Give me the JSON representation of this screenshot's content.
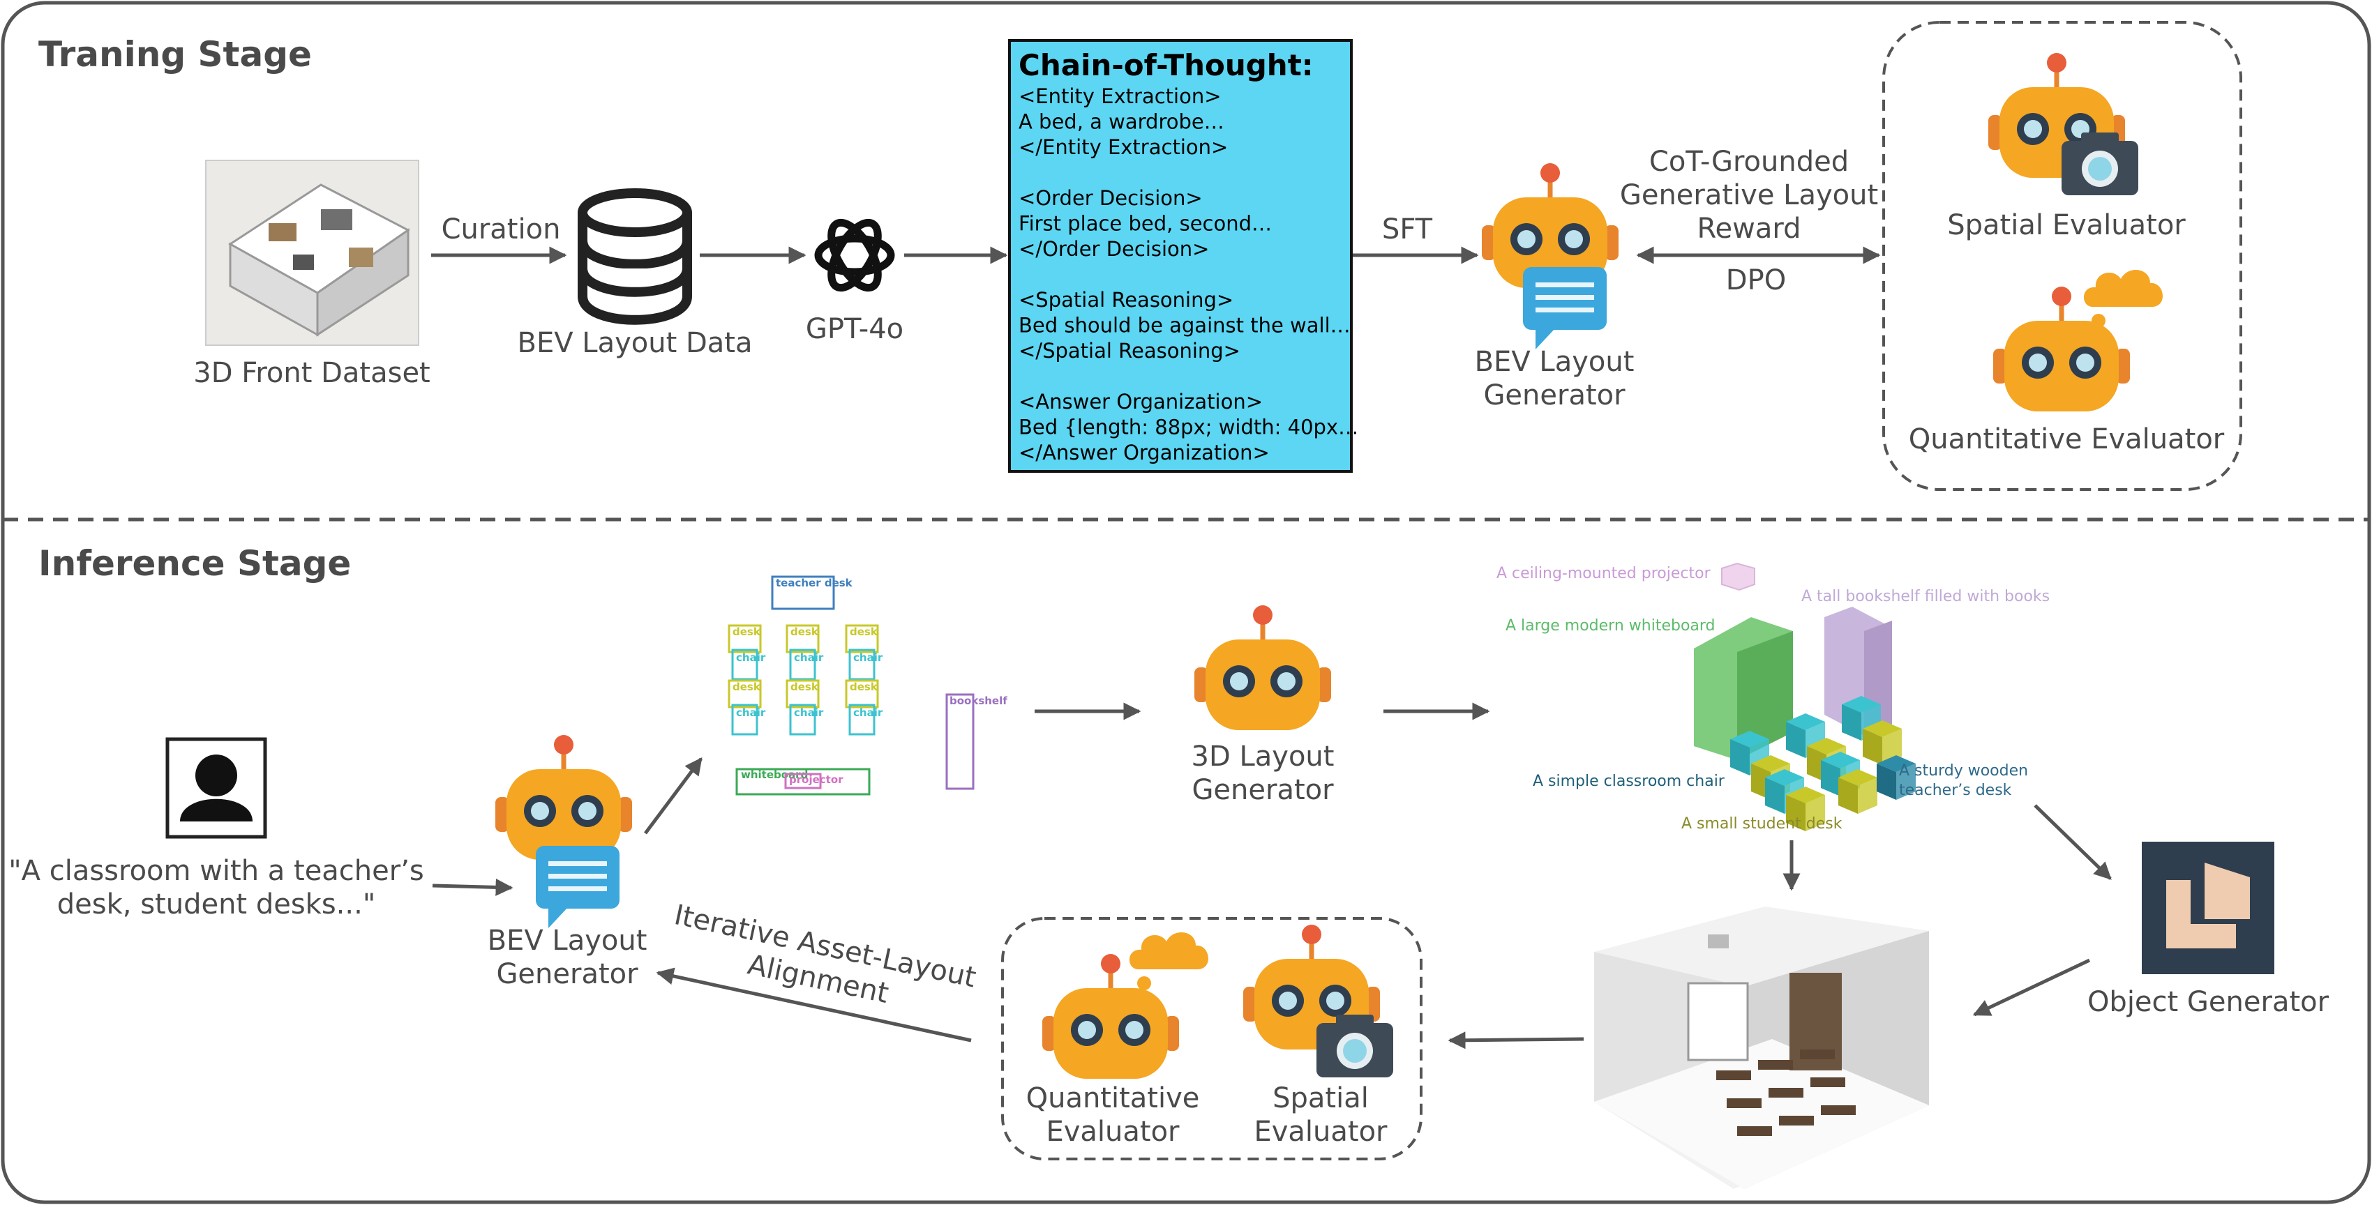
{
  "training": {
    "title": "Traning Stage",
    "dataset": "3D Front Dataset",
    "curation": "Curation",
    "bev_data": "BEV Layout Data",
    "gpt": "GPT-4o",
    "cot_title": "Chain-of-Thought:",
    "cot_lines": [
      "<Entity Extraction>",
      "A bed, a wardrobe…",
      "</Entity Extraction>",
      "",
      "<Order Decision>",
      "First place bed, second…",
      "</Order Decision>",
      "",
      "<Spatial Reasoning>",
      "Bed should be against the wall…",
      "</Spatial Reasoning>",
      "",
      "<Answer Organization>",
      "Bed {length: 88px; width: 40px…",
      "</Answer Organization>"
    ],
    "sft": "SFT",
    "generator_line1": "BEV Layout",
    "generator_line2": "Generator",
    "reward_line1": "CoT-Grounded",
    "reward_line2": "Generative Layout",
    "reward_line3": "Reward",
    "dpo": "DPO",
    "spatial_evaluator": "Spatial Evaluator",
    "quantitative_evaluator": "Quantitative Evaluator"
  },
  "inference": {
    "title": "Inference Stage",
    "prompt_line1": "\"A classroom with a teacher’s",
    "prompt_line2": "desk, student desks...\"",
    "generator_line1": "BEV Layout",
    "generator_line2": "Generator",
    "bev_labels": {
      "teacher_desk": "teacher desk",
      "desk": "desk",
      "chair": "chair",
      "bookshelf": "bookshelf",
      "whiteboard": "whiteboard",
      "projector": "projector"
    },
    "layout3d_line1": "3D Layout",
    "layout3d_line2": "Generator",
    "objects": {
      "projector": "A ceiling-mounted projector",
      "bookshelf": "A tall bookshelf filled with books",
      "whiteboard": "A large modern whiteboard",
      "chair": "A simple classroom chair",
      "teacher_desk_line1": "A sturdy wooden",
      "teacher_desk_line2": "teacher’s desk",
      "student_desk": "A small student desk"
    },
    "object_generator": "Object Generator",
    "alignment_line1": "Iterative Asset-Layout",
    "alignment_line2": "Alignment",
    "quant_line1": "Quantitative",
    "quant_line2": "Evaluator",
    "spatial_line1": "Spatial",
    "spatial_line2": "Evaluator"
  },
  "colors": {
    "robot_body": "#F5A623",
    "robot_dark": "#E8842C",
    "robot_red": "#E85D3A",
    "screen": "#3BA7DC",
    "cot_bg": "#5CD6F2",
    "desk": "#C8C82A",
    "chair": "#3CC3D0",
    "teacher_desk": "#3F7FBF",
    "bookshelf": "#9A6FC0",
    "whiteboard": "#3AAA55",
    "projector": "#D070C0",
    "object_logo_bg": "#2F3E4E",
    "object_logo_fg": "#EFCBB0"
  }
}
